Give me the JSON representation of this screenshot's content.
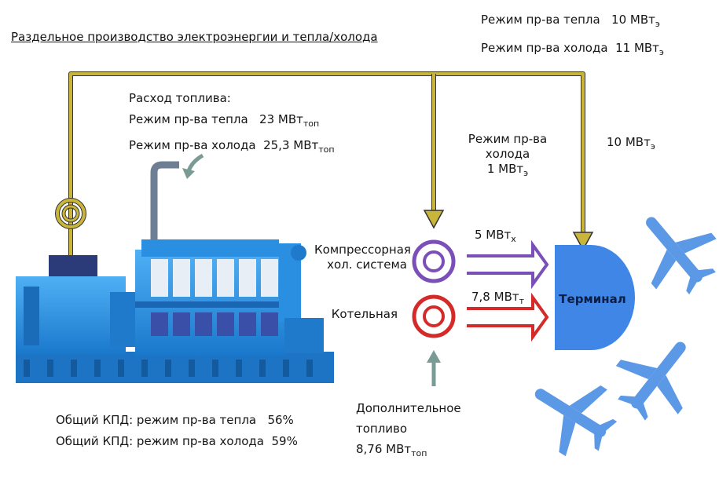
{
  "title": "Раздельное производство электроэнергии и тепла/холода",
  "top_right": {
    "heat_mode": {
      "label": "Режим пр-ва тепла",
      "value": "10 МВт",
      "sub": "э"
    },
    "cold_mode": {
      "label": "Режим пр-ва холода",
      "value": "11 МВт",
      "sub": "э"
    }
  },
  "fuel": {
    "header": "Расход топлива:",
    "heat": {
      "label": "Режим пр-ва тепла",
      "value": "23 МВт",
      "sub": "топ"
    },
    "cold": {
      "label": "Режим пр-ва холода",
      "value": "25,3 МВт",
      "sub": "топ"
    }
  },
  "cold_branch": {
    "line1": "Режим пр-ва",
    "line2": "холода",
    "value": "1 МВт",
    "sub": "э"
  },
  "terminal_supply": {
    "value": "10 МВт",
    "sub": "э"
  },
  "compressor": {
    "line1": "Компрессорная",
    "line2": "хол. система"
  },
  "boiler": {
    "label": "Котельная"
  },
  "cold_flow": {
    "value": "5 МВт",
    "sub": "х"
  },
  "heat_flow": {
    "value": "7,8 МВт",
    "sub": "т"
  },
  "terminal": {
    "label": "Терминал"
  },
  "extra_fuel": {
    "line1": "Дополнительное",
    "line2": "топливо",
    "value": "8,76 МВт",
    "sub": "топ"
  },
  "efficiency": {
    "heat": {
      "label": "Общий КПД: режим пр-ва тепла",
      "value": "56%"
    },
    "cold": {
      "label": "Общий КПД: режим пр-ва холода",
      "value": "59%"
    }
  },
  "colors": {
    "power_line": "#c9b53a",
    "equipment_blue": "#2a8fe0",
    "cold_purple": "#7b4fb8",
    "heat_red": "#d42a2a",
    "terminal_blue": "#3f86e6",
    "plane_blue": "#5b98e6",
    "fuel_arrow": "#7a9a94"
  }
}
